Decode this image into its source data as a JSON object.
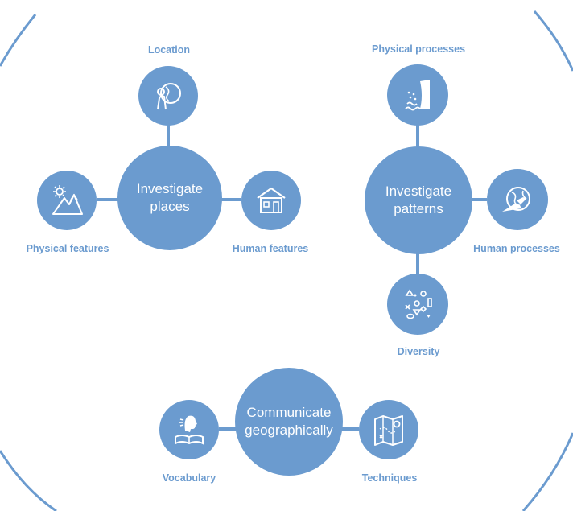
{
  "colors": {
    "primary": "#6b9bcf",
    "background": "#ffffff",
    "text_on_circle": "#ffffff"
  },
  "places": {
    "hub": "Investigate\nplaces",
    "top_label": "Location",
    "left_label": "Physical features",
    "right_label": "Human features",
    "icons": [
      "location-globe-icon",
      "mountain-sun-icon",
      "house-icon"
    ]
  },
  "patterns": {
    "hub": "Investigate\npatterns",
    "top_label": "Physical processes",
    "right_label": "Human processes",
    "bottom_label": "Diversity",
    "icons": [
      "waterfall-icon",
      "globe-airplane-icon",
      "diverse-shapes-icon"
    ]
  },
  "communicate": {
    "hub": "Communicate\ngeographically",
    "left_label": "Vocabulary",
    "right_label": "Techniques",
    "icons": [
      "speaking-book-icon",
      "map-pin-icon"
    ]
  }
}
